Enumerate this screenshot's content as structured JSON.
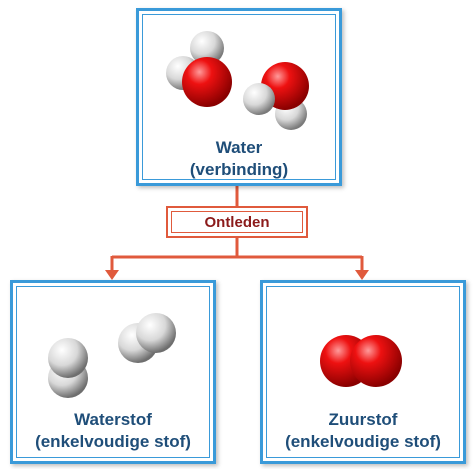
{
  "process": {
    "label": "Ontleden"
  },
  "compound": {
    "name": "Water",
    "type": "(verbinding)"
  },
  "products": [
    {
      "name": "Waterstof",
      "type": "(enkelvoudige stof)"
    },
    {
      "name": "Zuurstof",
      "type": "(enkelvoudige stof)"
    }
  ],
  "colors": {
    "box_border": "#3a9ad9",
    "process_border": "#e05a3c",
    "caption_text": "#1f4e79",
    "process_text": "#8b1a1a",
    "oxygen_atom": "#e00000",
    "hydrogen_atom": "#e8e8e8"
  }
}
